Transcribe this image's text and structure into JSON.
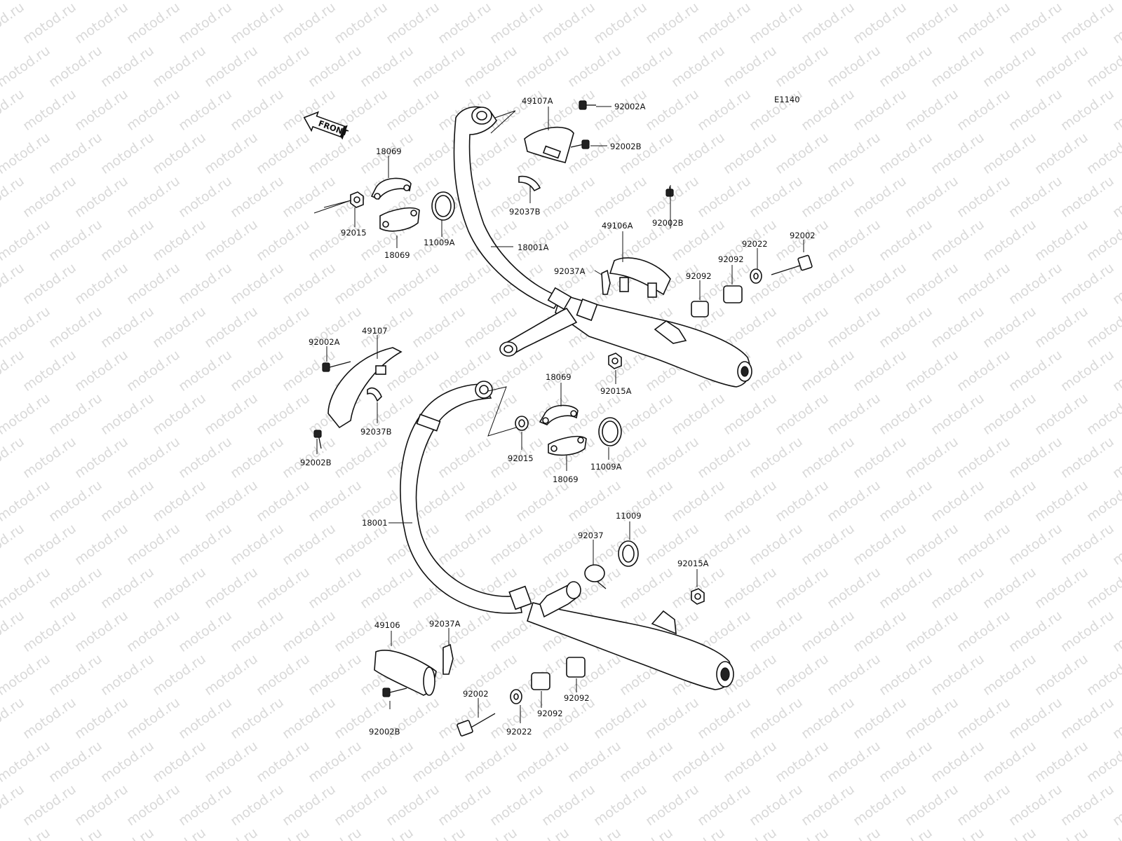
{
  "diagram": {
    "code": "E1140",
    "watermark": "motod.ru",
    "front_label": "FRONT",
    "labels": {
      "p49107A": "49107A",
      "p92002A_top": "92002A",
      "p92002B_top": "92002B",
      "p18069_a": "18069",
      "p92015_top": "92015",
      "p18069_b": "18069",
      "p11009A_top": "11009A",
      "p92037B_top": "92037B",
      "p18001A": "18001A",
      "p49106A": "49106A",
      "p92002B_mid": "92002B",
      "p92002_top": "92002",
      "p92022_top": "92022",
      "p92092_a": "92092",
      "p92092_b": "92092",
      "p92037A_top": "92037A",
      "p49107": "49107",
      "p92002A_left": "92002A",
      "p92037B_left": "92037B",
      "p92002B_left": "92002B",
      "p92015A_top": "92015A",
      "p18069_c": "18069",
      "p18069_d": "18069",
      "p92015_mid": "92015",
      "p11009A_mid": "11009A",
      "p18001": "18001",
      "p11009": "11009",
      "p92037": "92037",
      "p92015A_bot": "92015A",
      "p49106": "49106",
      "p92037A_bot": "92037A",
      "p92002_bot": "92002",
      "p92002B_bot": "92002B",
      "p92022_bot": "92022",
      "p92092_c": "92092",
      "p92092_d": "92092"
    }
  }
}
